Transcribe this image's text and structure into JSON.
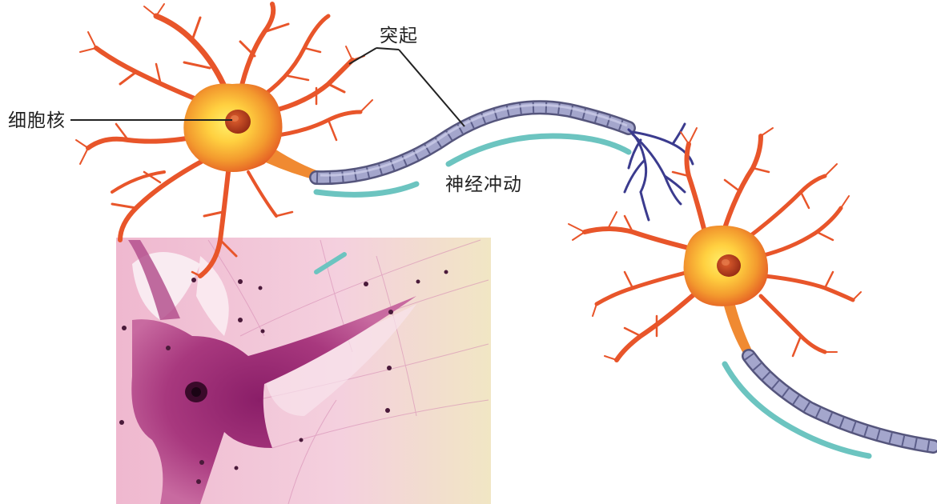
{
  "labels": {
    "nucleus": "细胞核",
    "process": "突起",
    "impulse": "神经冲动"
  },
  "colors": {
    "cell_body": "#f5a23a",
    "cell_core": "#ffd84a",
    "dendrite": "#e8552a",
    "nucleus": "#b23a1e",
    "axon_sheath": "#9ea0c8",
    "axon_outline": "#55557c",
    "impulse_arrow": "#6cc4c0",
    "terminal_branch": "#3b3b8e",
    "micrograph_bg": "#f2c6d8",
    "micrograph_cell": "#a2307a",
    "leader_line": "#222222"
  },
  "icons": [
    "neuron-illustration",
    "neuron-micrograph"
  ]
}
